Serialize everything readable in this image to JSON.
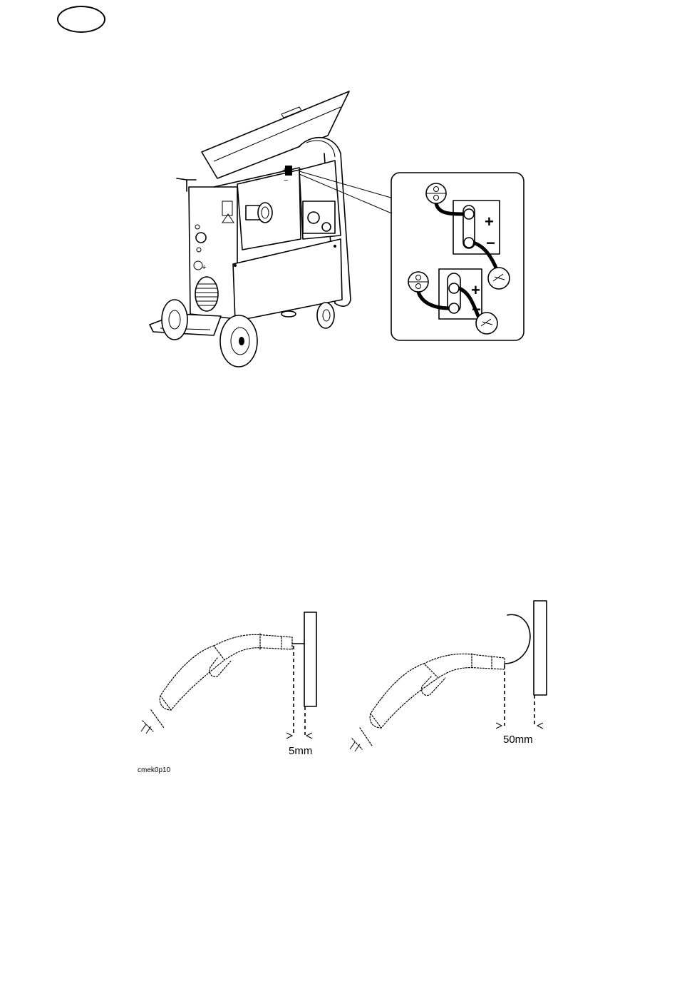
{
  "figure_code": "cmek0p10",
  "measurements": {
    "left": "5mm",
    "right": "50mm"
  },
  "polarity": {
    "positive": "+",
    "negative": "−"
  },
  "language_badge": ""
}
